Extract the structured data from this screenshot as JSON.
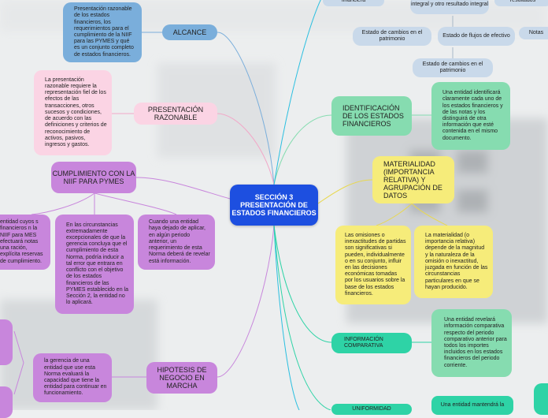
{
  "center": {
    "title": "SECCIÓN 3 PRESENTACIÓN DE ESTADOS FINANCIEROS"
  },
  "branches": {
    "alcance": {
      "title": "ALCANCE",
      "desc": "Presentación razonable de los estados financieros, los requerimientos para el cumplimiento de la NIIF para las PYMES y qué es un conjunto completo de estados financieros."
    },
    "presentacion": {
      "title": "PRESENTACIÓN RAZONABLE",
      "desc": "La presentación razonable requiere la representación fiel de los efectos de las transacciones, otros sucesos y condiciones, de acuerdo con las definiciones y criterios de reconocimiento de activos, pasivos, ingresos y gastos."
    },
    "cumplimiento": {
      "title": "CUMPLIMIENTO CON LA NIIF PARA PYMES",
      "desc_left": "entidad cuyos s financieros n la NIIF para MES efectuará notas una ración, explícita reservas de cumplimiento.",
      "desc_mid": "En las circunstancias extremadamente excepcionales de que la gerencia concluya que el cumplimiento de esta Norma, podría inducir a tal error que entrara en conflicto con el objetivo de los estados financieros de las PYMES establecido en la Sección 2, la entidad no lo aplicará.",
      "desc_right": "Cuando una entidad haya dejado de aplicar, en algún periodo anterior, un requerimiento de esta Norma deberá de revelar está información."
    },
    "hipotesis": {
      "title": "HIPOTESIS DE NEGOCIO EN MARCHA",
      "desc": "la gerencia de una entidad que use esta Norma evaluará la capacidad que tiene la entidad para continuar en funcionamiento."
    },
    "identificacion": {
      "title": "IDENTIFICACIÓN DE LOS ESTADOS FINANCIEROS",
      "desc": "Una entidad identificará claramente cada uno de los estados financieros y de las notas y los distinguirá de otra información que esté contenida en el mismo documento."
    },
    "materialidad": {
      "title": "MATERIALIDAD (IMPORTANCIA RELATIVA) Y AGRUPACIÓN DE DATOS",
      "desc_left": "Las omisiones o inexactitudes de partidas son significativas si pueden, individualmente o en su conjunto, influir en las decisiones económicas tomadas por los usuarios sobre la base de los estados financieros.",
      "desc_right": "La materialidad (o importancia relativa) depende de la magnitud y la naturaleza de la omisión o inexactitud, juzgada en función de las circunstancias particulares en que se hayan producido."
    },
    "comparativa": {
      "title": "INFORMACIÓN COMPARATIVA",
      "desc": "Una entidad revelará información comparativa respecto del periodo comparativo anterior para todos los importes incluidos en los estados financieros del periodo corriente."
    },
    "uniformidad": {
      "title": "UNIFORMIDAD",
      "desc": "Una entidad mantendrá la"
    }
  },
  "statements": {
    "top_left": "financiera",
    "top_mid": "integral y otro resultado integral",
    "top_right": "resultados",
    "patrimonio": "Estado de cambios en el patrimonio",
    "flujos": "Estado de flujos de efectivo",
    "notas": "Notas",
    "patrimonio2": "Estado de cambios en el patrimonio"
  },
  "colors": {
    "center": "#1d4fe0",
    "blue": "#7aaedb",
    "pink": "#fbd4e4",
    "purple": "#c886dc",
    "green": "#86dcb0",
    "teal": "#2ed3a6",
    "yellow": "#f6ec7a",
    "light_blue": "#c9d9ea"
  }
}
